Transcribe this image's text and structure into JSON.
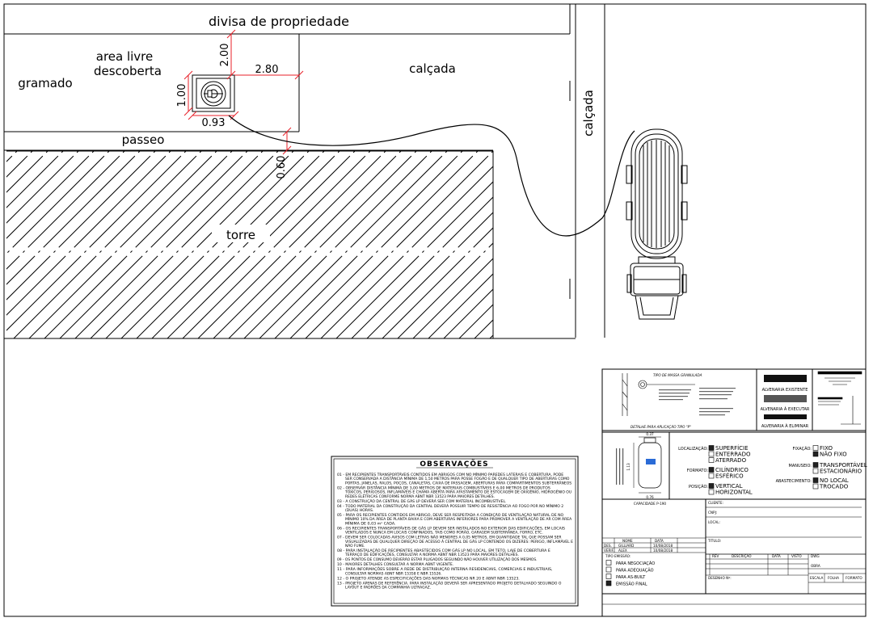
{
  "site": {
    "divisa": "divisa de propriedade",
    "area_livre_1": "area livre",
    "area_livre_2": "descoberta",
    "gramado": "gramado",
    "calcada_top": "calçada",
    "calcada_side": "calçada",
    "passeo": "passeo",
    "torre": "torre"
  },
  "dimensions": {
    "d_200": "2.00",
    "d_280": "2.80",
    "d_100": "1.00",
    "d_093": "0.93",
    "d_060": "0.60"
  },
  "observacoes": {
    "title": "OBSERVAÇÕES",
    "items": [
      "01 - EM RECIPIENTES TRANSPORTÁVEIS CONTIDOS EM ABRIGOS COM NO MÍNIMO PAREDES LATERAIS E COBERTURA, PODE SER CONSERVADA A DISTÂNCIA MÍNIMA DE 1,50 METROS PARA POSSE FOGÃO E DE QUALQUER TIPO DE ABERTURAS COMO PORTAS, JANELAS, RALOS, POÇOS, CANALETAS, CAIXA DE PASSAGEM, ABERTURAS PARA COMPARTIMENTOS SUBTERRÂNEOS",
      "02 - OBSERVAR DISTÂNCIA MÍNIMA DE 3,00 METROS DE MATERIAIS COMBUSTÍVEIS E 6,00 METROS DE PRODUTOS TÓXICOS, PERIGOSOS, INFLAMÁVEIS E CHAMA ABERTA PARA AFASTAMENTO DE ESTOCAGEM DE OXIGÊNIO, HIDROGÊNIO OU REDES ELÉTRICAS CONFORME NORMA ABNT NBR 13523 PARA MAIORES DETALHES.",
      "03 - A CONSTRUÇÃO DA CENTRAL DE GÁS LP DEVERÁ SER COM MATERIAL INCOMBUSTÍVEL.",
      "04 - TODO MATERIAL DA CONSTRUÇÃO DA CENTRAL DEVERÁ POSSUIR TEMPO DE RESISTÊNCIA AO FOGO POR NO MÍNIMO 2 (DUAS) HORAS.",
      "05 - PARA OS RECIPIENTES CONTIDOS EM ABRIGO, DEVE SER RESPEITADA A CONDIÇÃO DE VENTILAÇÃO NATURAL DE NO MÍNIMO 10% DA ÁREA DE PLANTA BAIXA E COM ABERTURAS INFERIORES PARA PROMOVER A VENTILAÇÃO DE AR COM ÁREA MÍNIMA DE 0,03 m² CADA.",
      "06 - OS RECIPIENTES TRANSPORTÁVEIS DE GÁS LP DEVEM SER INSTALADOS NO EXTERIOR DAS EDIFICAÇÕES, EM LOCAIS VENTILADOS E NUNCA EM LOCAIS CONFINADOS, TAIS COMO PORÃO, GARAGEM SUBTERRÂNEA, FORRO, ETC.",
      "07 - DEVEM SER COLOCADAS AVISOS COM LETRAS NÃO MENORES A 0,05 METROS, EM QUANTIDADE TAL QUE POSSAM SER VISUALIZADAS DE QUALQUER DIREÇÃO DE ACESSO À CENTRAL DE GÁS LP CONTENDO OS DIZERES: PERIGO, INFLAMÁVEL E NÃO FUME.",
      "08 - PARA INSTALAÇÃO DE RECIPIENTES ABASTECIDOS COM GÁS LP NO LOCAL, EM TETO, LAJE DE COBERTURA E TERRAÇO DE EDIFICAÇÕES, CONSULTAR A NORMA ABNT NBR 13523 PARA MAIORES DETALHES.",
      "09 - OS PONTOS DE CONSUMO DEVERÃO ESTAR PLUGADOS SEGUINDO NÃO HOUVER UTILIZAÇÃO DOS MESMOS.",
      "10 - MAIORES DETALHES CONSULTAR A NORMA ABNT VIGENTE.",
      "11 - PARA INFORMAÇÕES SOBRE A REDE DE DISTRIBUIÇÃO INTERNA RESIDENCIAIS, COMERCIAIS E INDUSTRIAIS, CONSULTAR NORMAS ABNT NBR 15358 E NBR 15526.",
      "12 - O PROJETO ATENDE AS ESPECIFICAÇÕES DAS NORMAS TÉCNICAS NR 20 E ABNT NBR 13523.",
      "13 - PROJETO APENAS DE REFERÊNCIA. PARA INSTALAÇÃO DEVERÁ SER APRESENTADO PROJETO DETALHADO SEGUINDO O LAYOUT E PADRÕES DA COMPANHIA ULTRAGAZ."
    ]
  },
  "legend": {
    "alvenaria_existente": "ALVENARIA EXISTENTE",
    "alvenaria_executar": "ALVENARIA À EXECUTAR",
    "alvenaria_eliminar": "ALVENARIA À ELIMINAR",
    "detalhe": "DETALHE PARA APLICAÇÃO TIPO \"P\"",
    "caption_top": "TIPO DE MASSA GRANULADA"
  },
  "specs": {
    "tank_dims_top": "0.37",
    "tank_dims_side": "1.13",
    "tank_dims_bottom": "0.76",
    "tank_caption": "CAPACIDADE P-190",
    "localizacao_label": "LOCALIZAÇÃO:",
    "localizacao": [
      "SUPERFÍCIE",
      "ENTERRADO",
      "ATERRADO"
    ],
    "formato_label": "FORMATO:",
    "formato": [
      "CILÍNDRICO",
      "ESFÉRICO"
    ],
    "posicao_label": "POSIÇÃO:",
    "posicao": [
      "VERTICAL",
      "HORIZONTAL"
    ],
    "fixacao_label": "FIXAÇÃO:",
    "fixacao": [
      "FIXO",
      "NÃO FIXO"
    ],
    "manuseio_label": "MANUSEIO:",
    "manuseio": [
      "TRANSPORTÁVEL",
      "ESTACIONÁRIO"
    ],
    "abastecimento_label": "ABASTECIMENTO:",
    "abastecimento": [
      "NO LOCAL",
      "TROCADO"
    ]
  },
  "title_block": {
    "cliente": "CLIENTE:",
    "cnpj": "CNPJ:",
    "local": "LOCAL:",
    "titulo": "TITULO:",
    "nome_h": "NOME",
    "data_h": "DATA",
    "des_label": "DES.",
    "des_name": "GILLIARD",
    "des_date": "10/08/2018",
    "verif_label": "VERIF.",
    "verif_name": "ALEX",
    "verif_date": "10/08/2018",
    "tipo_emissao": "TIPO EMISSÃO:",
    "emissoes": [
      "PARA NEGOCIAÇÃO",
      "PARA ADEQUAÇÃO",
      "PARA AS-BUILT",
      "EMISSÃO FINAL"
    ],
    "rev_h": "REV",
    "descricao_h": "DESCRIÇÃO",
    "data_rev_h": "DATA",
    "visto_h": "VISTO",
    "dwg_h": "DWG",
    "obra_h": "OBRA",
    "desenho_n": "DESENHO Nº:",
    "escala": "ESCALA",
    "folha": "FOLHA",
    "formato_h": "FORMATO"
  },
  "colors": {
    "line": "#000000",
    "dimension": "#e8202a",
    "background": "#ffffff"
  }
}
